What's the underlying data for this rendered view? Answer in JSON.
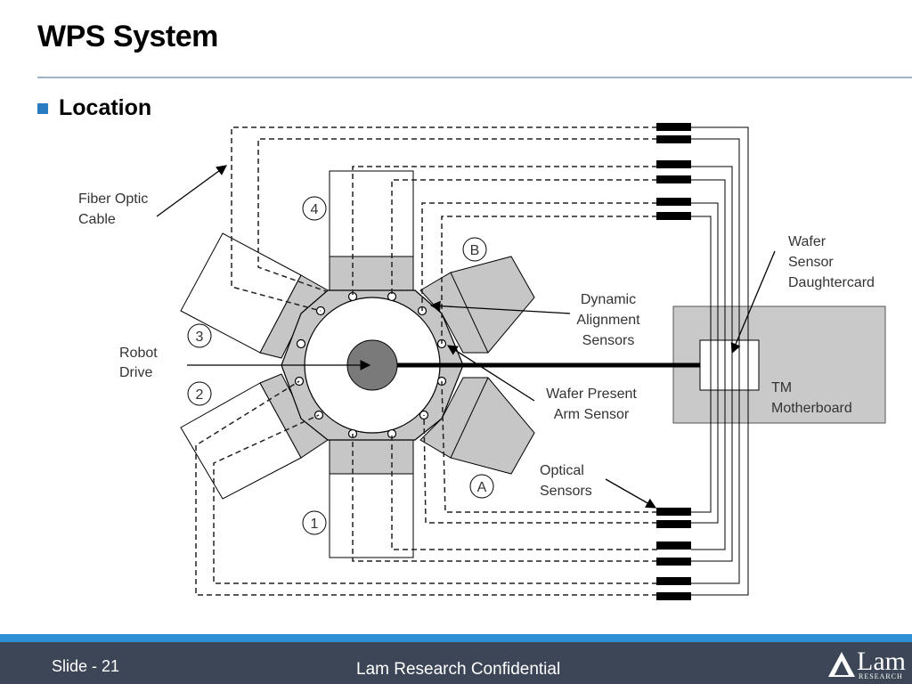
{
  "slide": {
    "title": "WPS System",
    "bullet": "Location"
  },
  "diagram": {
    "labels": {
      "fiber_optic_cable": [
        "Fiber Optic",
        "Cable"
      ],
      "robot_drive": [
        "Robot",
        "Drive"
      ],
      "dynamic_alignment_sensors": [
        "Dynamic",
        "Alignment",
        "Sensors"
      ],
      "wafer_present_arm_sensor": [
        "Wafer Present",
        "Arm Sensor"
      ],
      "optical_sensors": [
        "Optical",
        "Sensors"
      ],
      "wafer_sensor_daughtercard": [
        "Wafer",
        "Sensor",
        "Daughtercard"
      ],
      "tm_motherboard": [
        "TM",
        "Motherboard"
      ]
    },
    "port_markers": [
      "1",
      "2",
      "3",
      "4",
      "A",
      "B"
    ]
  },
  "footer": {
    "slide_number": "Slide - 21",
    "confidential": "Lam Research Confidential",
    "logo_word": "Lam",
    "logo_sub": "RESEARCH"
  },
  "colors": {
    "accent_stripe": "#2f8fd6",
    "footer_background": "#3c4656",
    "bullet": "#2b7bc0",
    "module_gray": "#c6c6c6",
    "motherboard_gray": "#c9c9c9"
  }
}
